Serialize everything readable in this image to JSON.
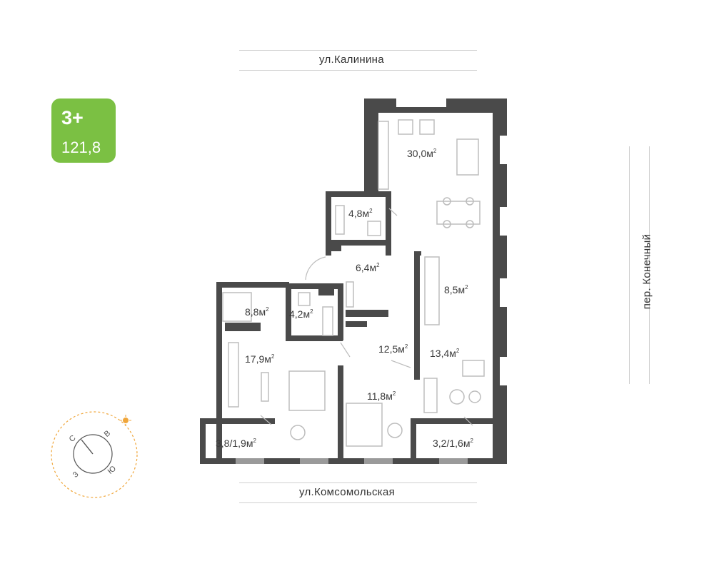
{
  "streets": {
    "top": "ул.Калинина",
    "bottom": "ул.Комсомольская",
    "right": "пер. Конечный"
  },
  "badge": {
    "rooms": "3+",
    "area": "121,8",
    "color": "#7bc043"
  },
  "rooms": [
    {
      "id": "living",
      "area": "30,0м"
    },
    {
      "id": "bath-top",
      "area": "4,8м"
    },
    {
      "id": "hall",
      "area": "6,4м"
    },
    {
      "id": "kitchen",
      "area": "8,5м"
    },
    {
      "id": "dressing",
      "area": "8,8м"
    },
    {
      "id": "bath-mid",
      "area": "4,2м"
    },
    {
      "id": "corridor",
      "area": "12,5м"
    },
    {
      "id": "bedroom-left",
      "area": "17,9м"
    },
    {
      "id": "bedroom-right",
      "area": "13,4м"
    },
    {
      "id": "bedroom-mid",
      "area": "11,8м"
    },
    {
      "id": "balcony-left",
      "area": "3,8/1,9м"
    },
    {
      "id": "balcony-right",
      "area": "3,2/1,6м"
    }
  ],
  "unit_superscript": "2",
  "compass": {
    "north": "С",
    "east": "В",
    "south": "Ю",
    "west": "З",
    "sun_color": "#f0a63a"
  },
  "colors": {
    "wall": "#4a4a4a",
    "furniture": "#bdbdbd"
  }
}
